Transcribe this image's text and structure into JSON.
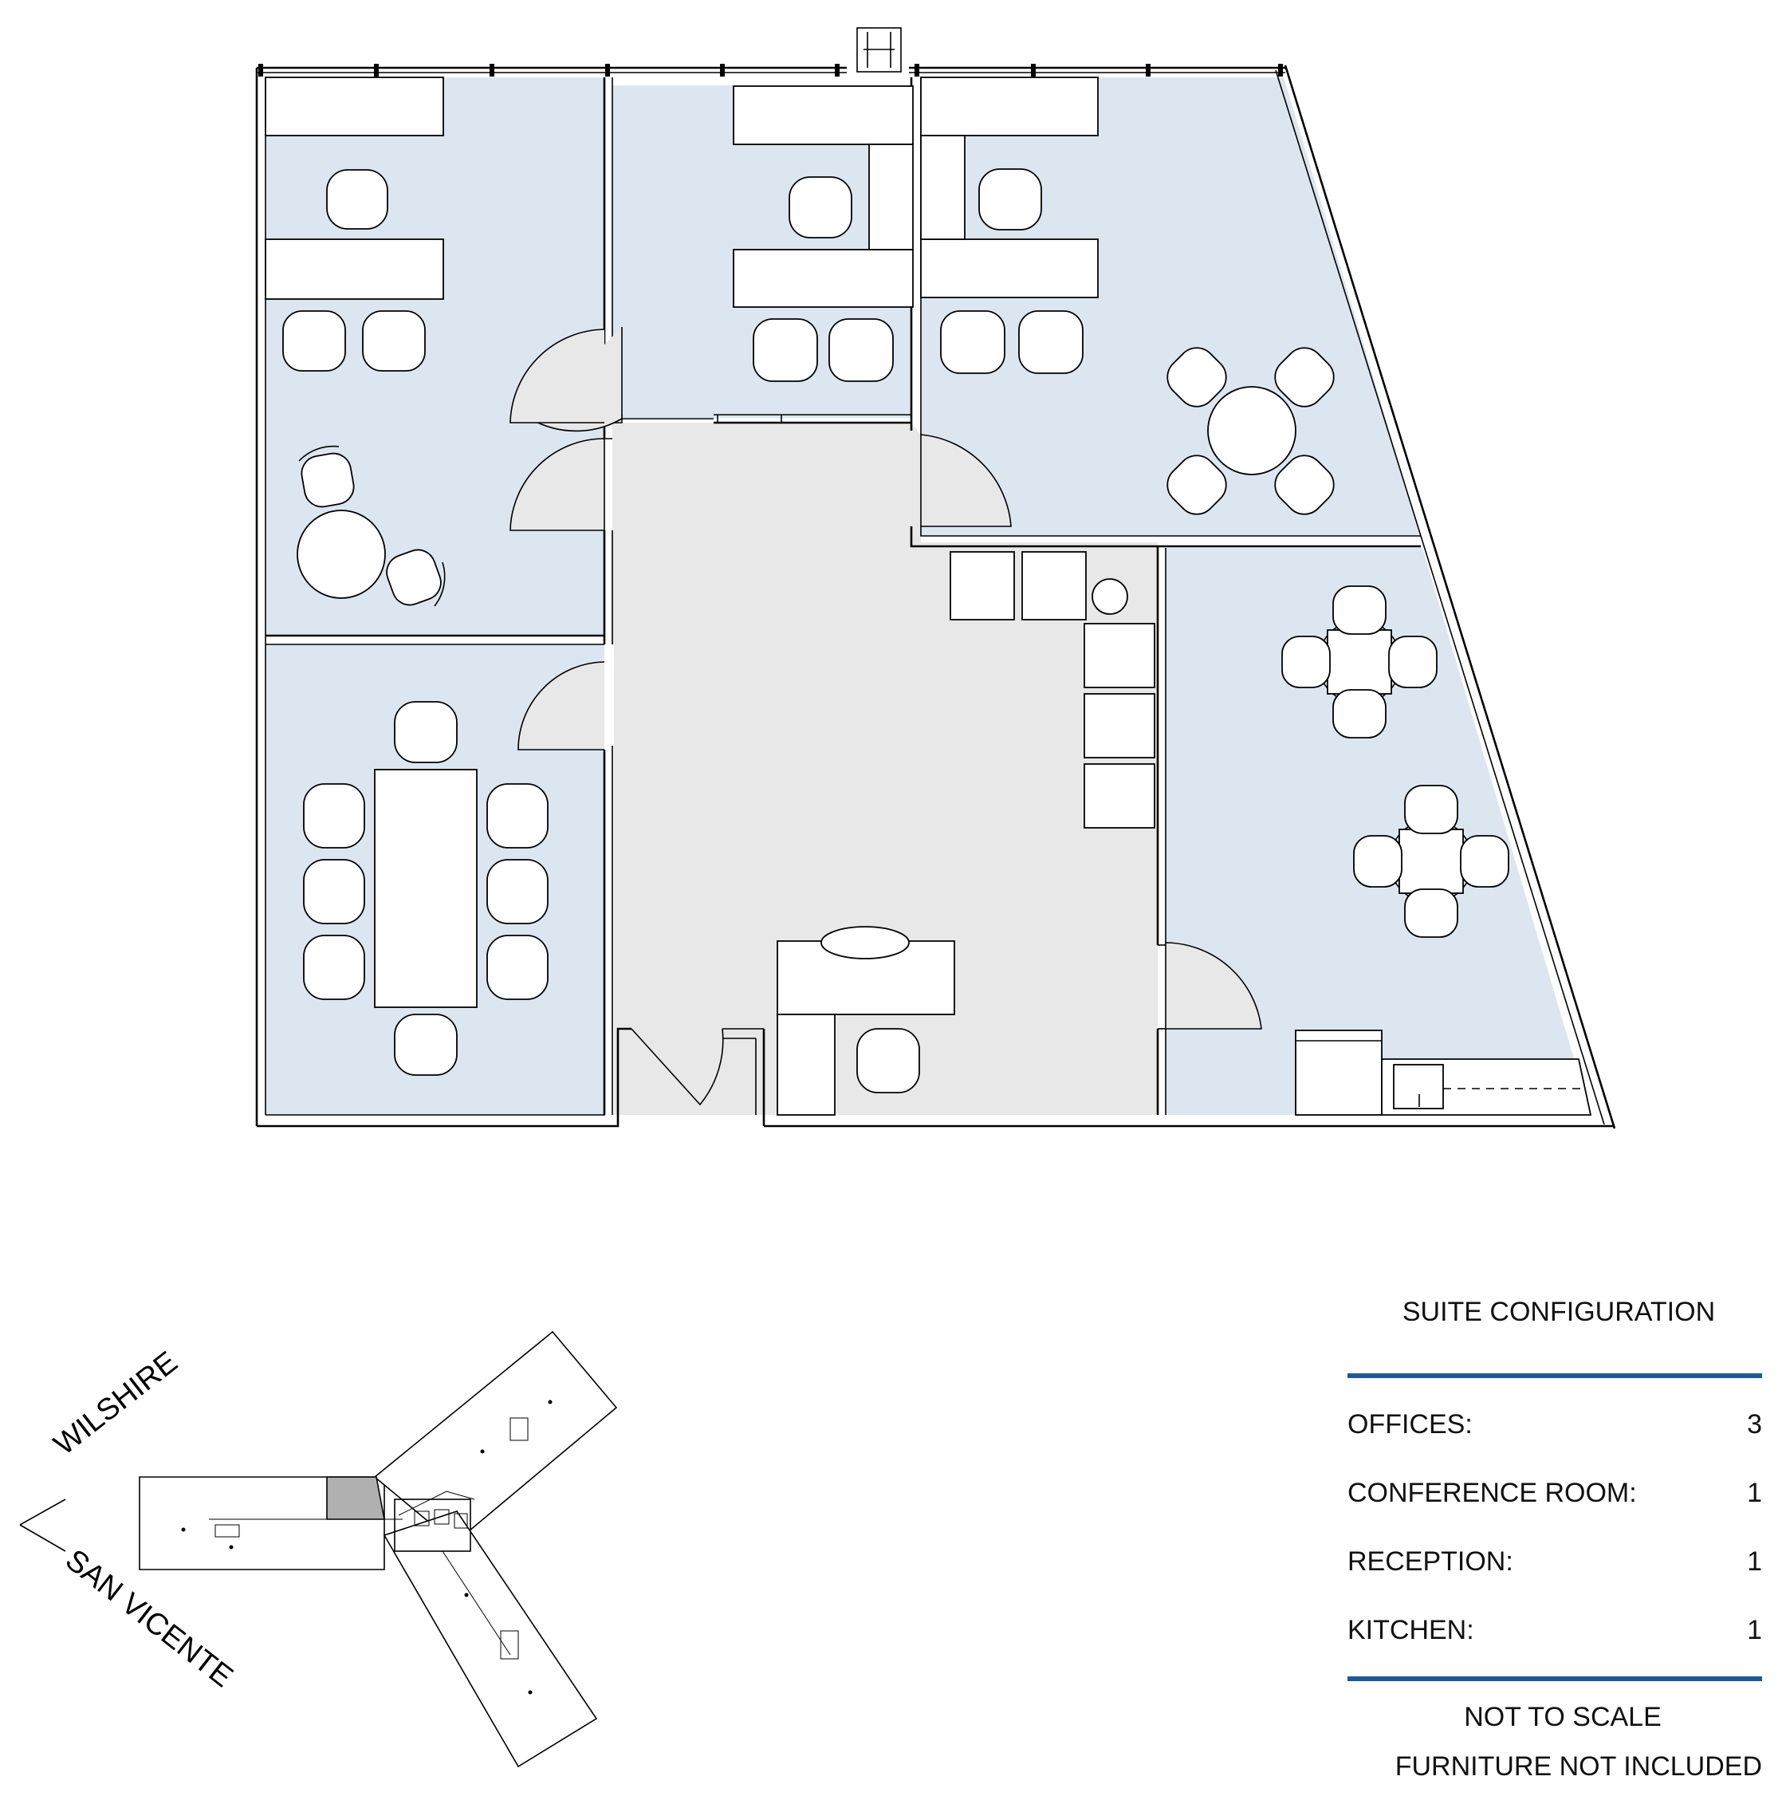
{
  "streets": {
    "north": "WILSHIRE",
    "south": "SAN VICENTE"
  },
  "suite_configuration": {
    "title": "SUITE CONFIGURATION",
    "rows": [
      {
        "label": "OFFICES:",
        "value": "3"
      },
      {
        "label": "CONFERENCE ROOM:",
        "value": "1"
      },
      {
        "label": "RECEPTION:",
        "value": "1"
      },
      {
        "label": "KITCHEN:",
        "value": "1"
      }
    ],
    "notes": [
      "NOT TO SCALE",
      "FURNITURE NOT INCLUDED"
    ],
    "rule_color": "#1f5a94"
  },
  "colors": {
    "room_fill": "#dce6f1",
    "corridor_fill": "#e8e8e8",
    "key_plan_highlight": "#b0b0b0"
  }
}
